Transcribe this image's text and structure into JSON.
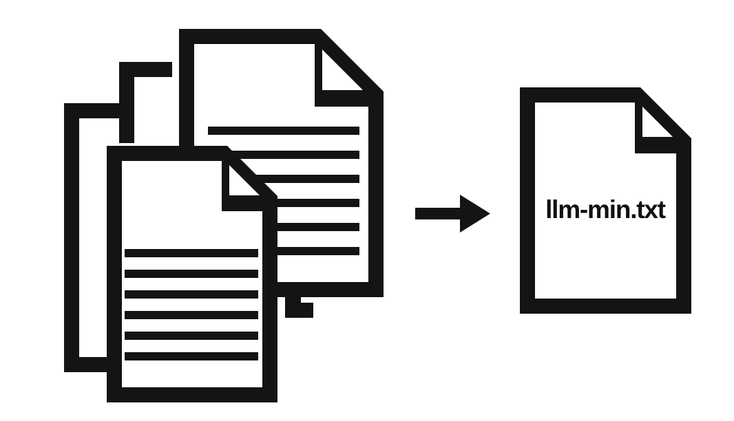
{
  "illustration": {
    "title": "Document consolidation diagram",
    "description": "A stack of multiple text documents is transformed by an arrow into a single output file named llm-min.txt",
    "background_color": "#ffffff",
    "ink_color": "#141414"
  },
  "source_stack": {
    "name": "multiple source documents",
    "document_count": 4,
    "back_bracket_1": {
      "name": "document-outline-back-1"
    },
    "back_bracket_2": {
      "name": "document-outline-back-2"
    },
    "back_document": {
      "name": "source-document-back",
      "has_folded_corner": true,
      "text_line_count": 6
    },
    "front_document": {
      "name": "source-document-front",
      "has_folded_corner": true,
      "text_line_count": 6
    }
  },
  "arrow": {
    "name": "transform-arrow",
    "direction": "right",
    "symbol": "→"
  },
  "output_document": {
    "name": "output-document",
    "has_folded_corner": true,
    "filename": "llm-min.txt"
  }
}
